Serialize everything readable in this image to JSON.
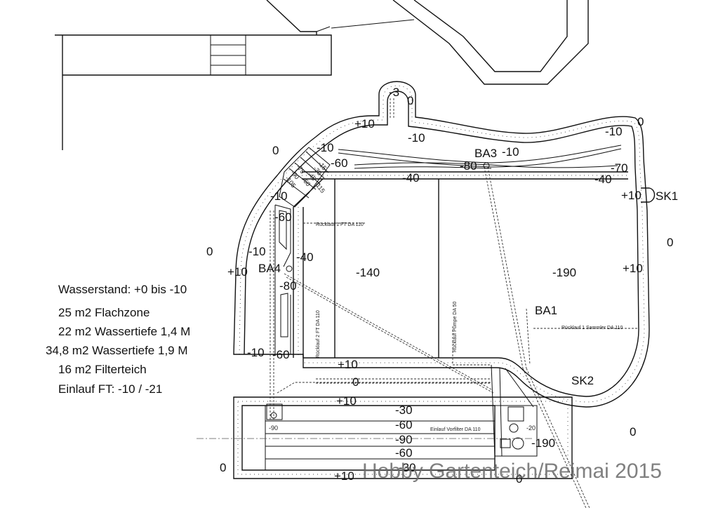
{
  "legend": {
    "water_level": "Wasserstand: +0 bis -10",
    "line1": "25 m2 Flachzone",
    "line2": "22 m2 Wassertiefe 1,4 M",
    "line3": "34,8 m2 Wassertiefe 1,9 M",
    "line4": "16 m2 Filterteich",
    "line5": "Einlauf FT: -10 / -21"
  },
  "markers": {
    "ba1": "BA1",
    "ba3": "BA3",
    "ba4": "BA4",
    "sk1": "SK1",
    "sk2": "SK2"
  },
  "depths": {
    "d_m3": "-3",
    "d_0_top": "0",
    "d_p10_top": "+10",
    "d_m10_top": "-10",
    "d_m10_ba3": "-10",
    "d_m10_tr": "-10",
    "d_0_tr": "0",
    "d_0_left_upper": "0",
    "d_m10_left_upper": "-10",
    "d_m60_upper": "-60",
    "d_m80_ba3": "-80",
    "d_m40_mid": "-40",
    "d_m70": "-70",
    "d_m40_right": "-40",
    "d_p10_sk1": "+10",
    "d_0_right": "0",
    "d_m10_slope": "-10",
    "d_m60_ba4": "-60",
    "d_0_left": "0",
    "d_m10_left": "-10",
    "d_p10_left": "+10",
    "d_m40_ba4": "-40",
    "d_m80_ba4": "-80",
    "d_m140": "-140",
    "d_m190": "-190",
    "d_p10_right": "+10",
    "d_m10_bottom_left": "-10",
    "d_m60_bottom_left": "-60",
    "d_p10_bottom": "+10",
    "d_0_bottom": "0",
    "d_p10_filter": "+10",
    "d_m30_a": "-30",
    "d_m60_a": "-60",
    "d_m90": "-90",
    "d_m60_b": "-60",
    "d_m30_b": "-30",
    "d_p10_filter_bottom": "+10",
    "d_0_filter_bottom": "0",
    "d_0_bottom_left": "0",
    "d_m190_filter": "-190",
    "d_0_bottom_right": "0",
    "d_m90_small": "-90",
    "d_m20_small": "-20"
  },
  "steps": [
    "-15",
    "-30",
    "-45",
    "-60",
    "-75",
    "-90",
    "-105",
    "-115"
  ],
  "pipes": {
    "ruecklauf1_ft": "Rücklauf 1 FT DA 110",
    "ruecklauf2_ft": "Rücklauf 2 FT DA 110",
    "ruecklauf_pumpe": "Rücklauf Pumpe DA 50",
    "ruecklauf1_sammler": "Rücklauf 1 Sammler DA 110",
    "einlauf_vorfilter": "Einlauf Vorfilter DA 110"
  },
  "watermark": "Hobby Gartenteich/Reimai 2015"
}
